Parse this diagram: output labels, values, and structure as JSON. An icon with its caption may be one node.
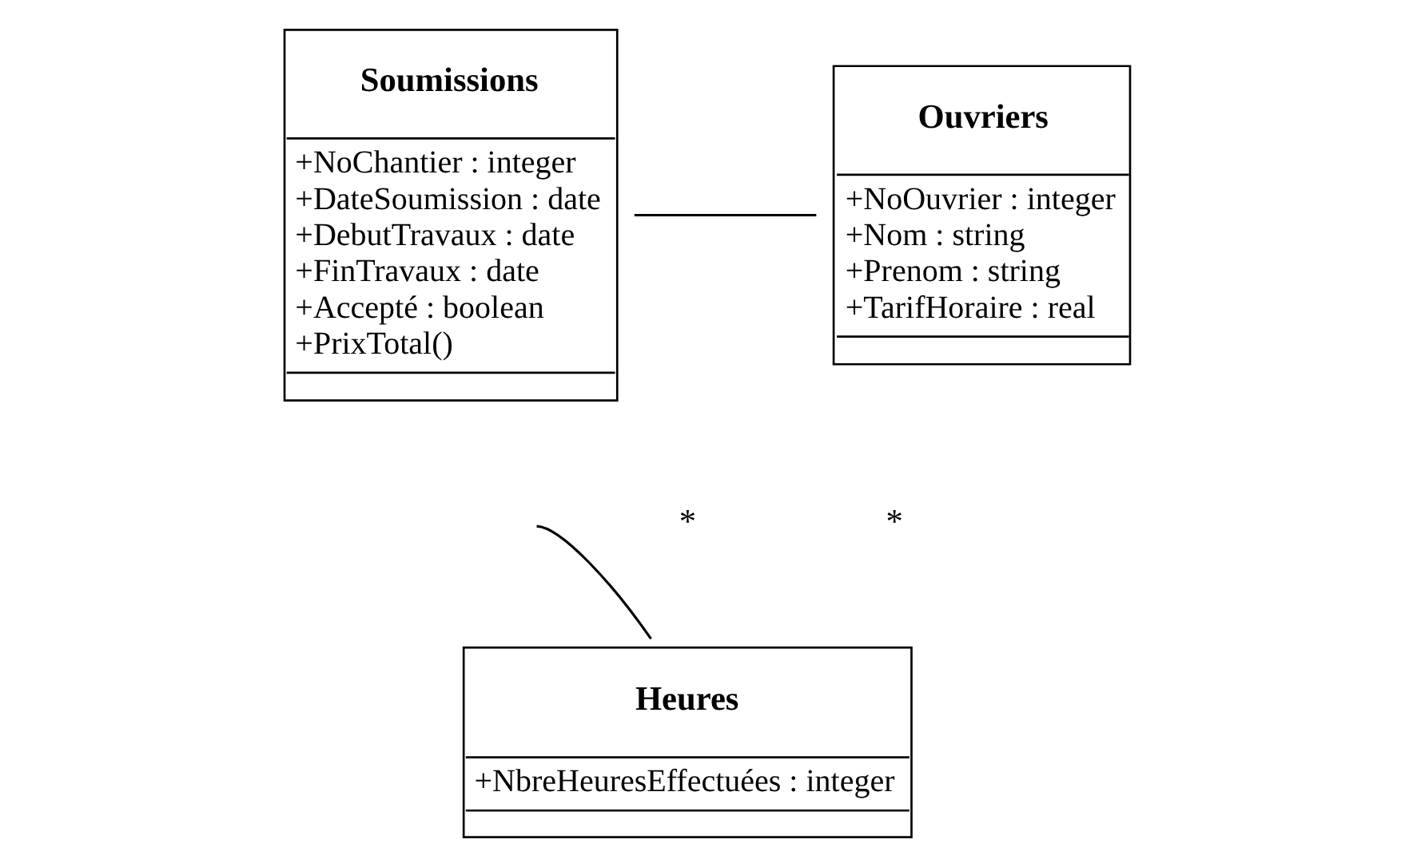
{
  "diagram": {
    "nodes": [
      {
        "text": [
          "Soumissions",
          "+NoChantier : integer",
          "+DateSoumission : date",
          "+DebutTravaux : date",
          "+FinTravaux : date",
          "+Accepté : boolean",
          "+PrixTotal()"
        ]
      },
      {
        "text": [
          "Ouvriers",
          "+NoOuvrier : integer",
          "+Nom : string",
          "+Prenom : string",
          "+TarifHoraire : real"
        ]
      },
      {
        "text": [
          "Heures",
          "+NbreHeuresEffectuées : integer"
        ]
      }
    ],
    "edges": [
      {
        "from": 0,
        "to": 1,
        "arrow": "none"
      },
      {
        "from": 2,
        "to": null,
        "arrow": "none"
      }
    ],
    "labels": [
      "*",
      "*"
    ]
  }
}
